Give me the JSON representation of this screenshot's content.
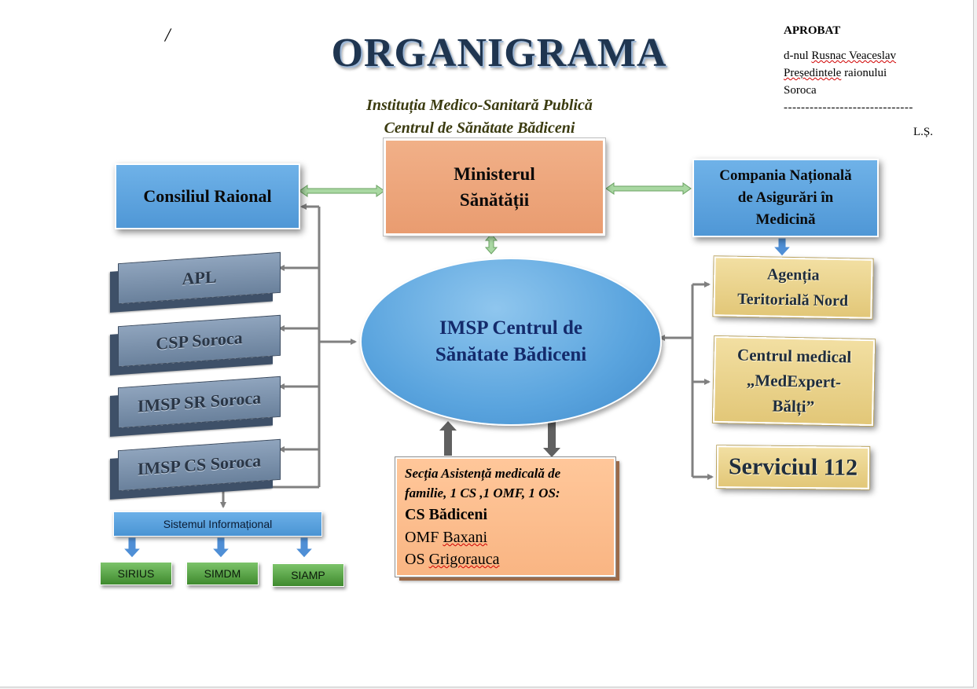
{
  "header": {
    "title": "ORGANIGRAMA",
    "subtitle_line1": "Instituția Medico-Sanitară Publică",
    "subtitle_line2": "Centrul de Sănătate Bădiceni",
    "slash_mark": "/"
  },
  "approval": {
    "heading": "APROBAT",
    "prefix": "d-nul ",
    "name": "Rusnac Veaceslav",
    "role_word": "Președintele",
    "role_rest": " raionului",
    "district": "Soroca",
    "signature_line": "------------------------------",
    "stamp": "L.Ș."
  },
  "nodes": {
    "consiliu": "Consiliul Raional",
    "ministerul_line1": "Ministerul",
    "ministerul_line2": "Sănătății",
    "compania_line1": "Compania Națională",
    "compania_line2": "de Asigurări în",
    "compania_line3": "Medicină",
    "apl": "APL",
    "csp": "CSP Soroca",
    "imsp_sr": "IMSP SR Soroca",
    "imsp_cs": "IMSP CS Soroca",
    "center_line1": "IMSP Centrul de",
    "center_line2": "Sănătate Bădiceni",
    "agentia_line1": "Agenția",
    "agentia_line2": "Teritorială Nord",
    "medexpert_line1": "Centrul medical",
    "medexpert_line2": "„MedExpert-",
    "medexpert_line3": "Bălți”",
    "serviciul": "Serviciul 112",
    "sistem": "Sistemul Informațional",
    "sirius": "SIRIUS",
    "simdm": "SIMDM",
    "siamp": "SIAMP"
  },
  "sectia": {
    "line1": "Secția Asistență medicală de",
    "line2": "familie, 1 CS ,1 OMF, 1 OS:",
    "cs": "CS Bădiceni",
    "omf_prefix": "OMF ",
    "omf_name": "Baxani",
    "os_prefix": "OS ",
    "os_name": "Grigorauca"
  },
  "colors": {
    "blue_box": "#5aa4de",
    "orange_box": "#ee a67b",
    "gold_box": "#e9d28a",
    "slab": "#7b90aa",
    "green_box": "#5ea84b",
    "connector_gray": "#808080",
    "connector_green": "#9fcf9a",
    "connector_blue": "#4f8fd6"
  }
}
